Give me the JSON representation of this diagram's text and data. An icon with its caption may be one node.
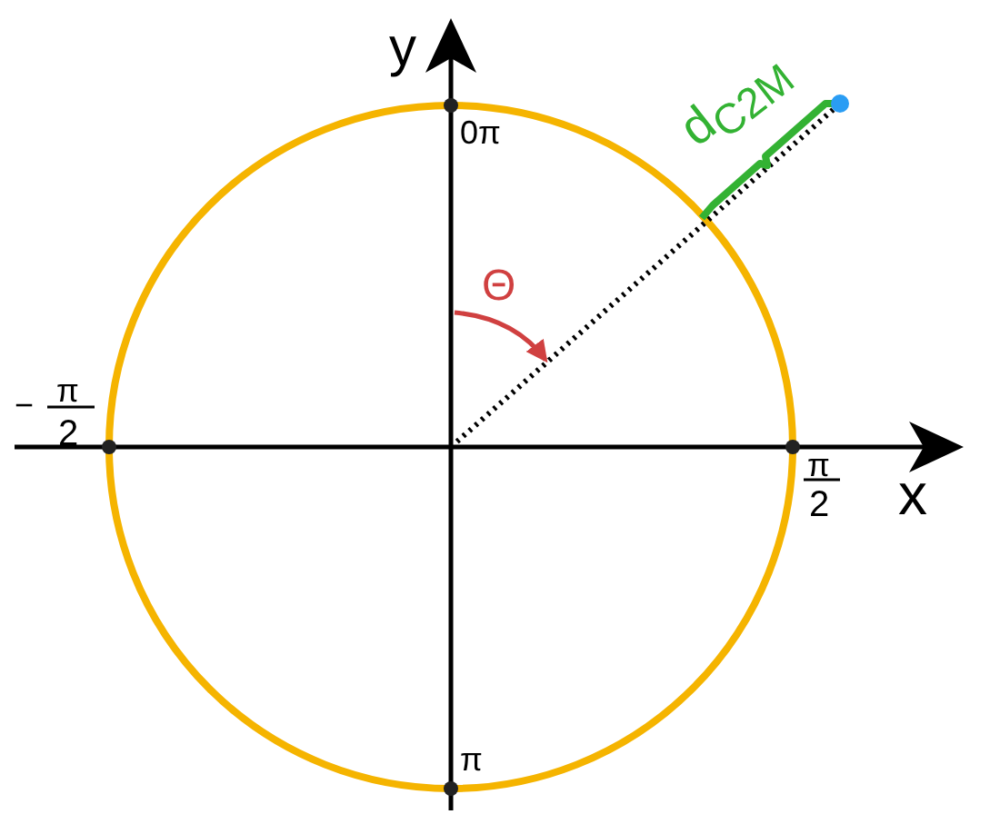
{
  "diagram": {
    "labels": [
      "y",
      "0π",
      "Θ",
      "d$_{C2M}$",
      "−",
      "π",
      "2",
      "π",
      "2",
      "x",
      "π"
    ]
  }
}
